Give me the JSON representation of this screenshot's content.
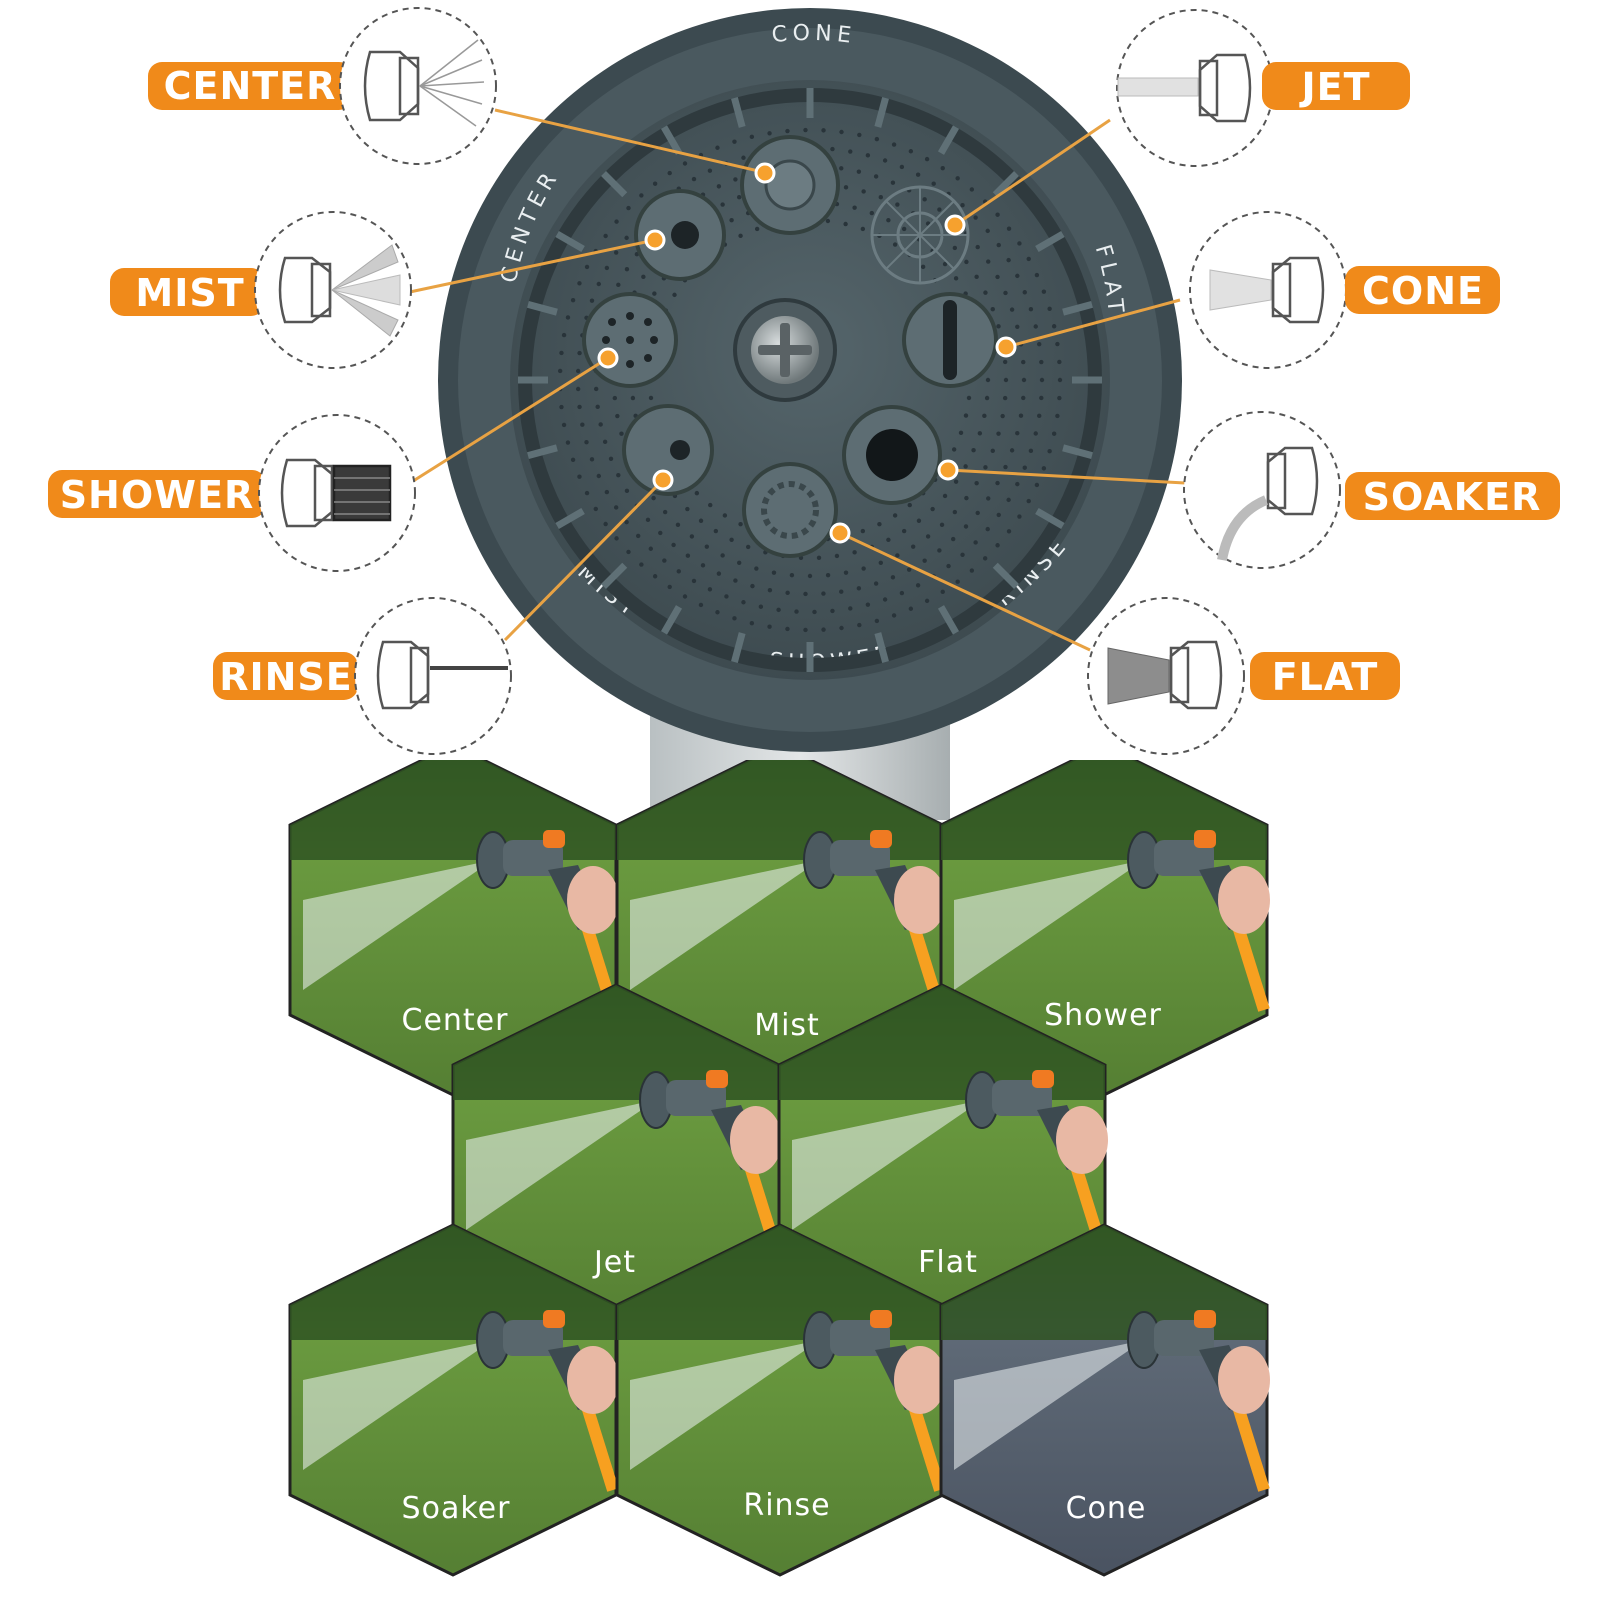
{
  "accent_color": "#f08a1a",
  "nozzle_color": "#4c5a60",
  "grass_color": "#5f8f3a",
  "modes_top": [
    {
      "id": "center",
      "label": "CENTER",
      "icon": "center-spray-icon"
    },
    {
      "id": "mist",
      "label": "MIST",
      "icon": "mist-spray-icon"
    },
    {
      "id": "shower",
      "label": "SHOWER",
      "icon": "shower-spray-icon"
    },
    {
      "id": "rinse",
      "label": "RINSE",
      "icon": "rinse-spray-icon"
    },
    {
      "id": "jet",
      "label": "JET",
      "icon": "jet-spray-icon"
    },
    {
      "id": "cone",
      "label": "CONE",
      "icon": "cone-spray-icon"
    },
    {
      "id": "soaker",
      "label": "SOAKER",
      "icon": "soaker-spray-icon"
    },
    {
      "id": "flat",
      "label": "FLAT",
      "icon": "flat-spray-icon"
    }
  ],
  "ring_labels": {
    "center": "CENTER",
    "mist": "MIST",
    "shower": "SHOWER",
    "rinse": "RINSE",
    "flat": "FLAT",
    "cone": "CONE"
  },
  "gallery": [
    {
      "id": "center",
      "label": "Center"
    },
    {
      "id": "mist",
      "label": "Mist"
    },
    {
      "id": "shower",
      "label": "Shower"
    },
    {
      "id": "jet",
      "label": "Jet"
    },
    {
      "id": "flat",
      "label": "Flat"
    },
    {
      "id": "soaker",
      "label": "Soaker"
    },
    {
      "id": "rinse",
      "label": "Rinse"
    },
    {
      "id": "cone",
      "label": "Cone"
    }
  ]
}
